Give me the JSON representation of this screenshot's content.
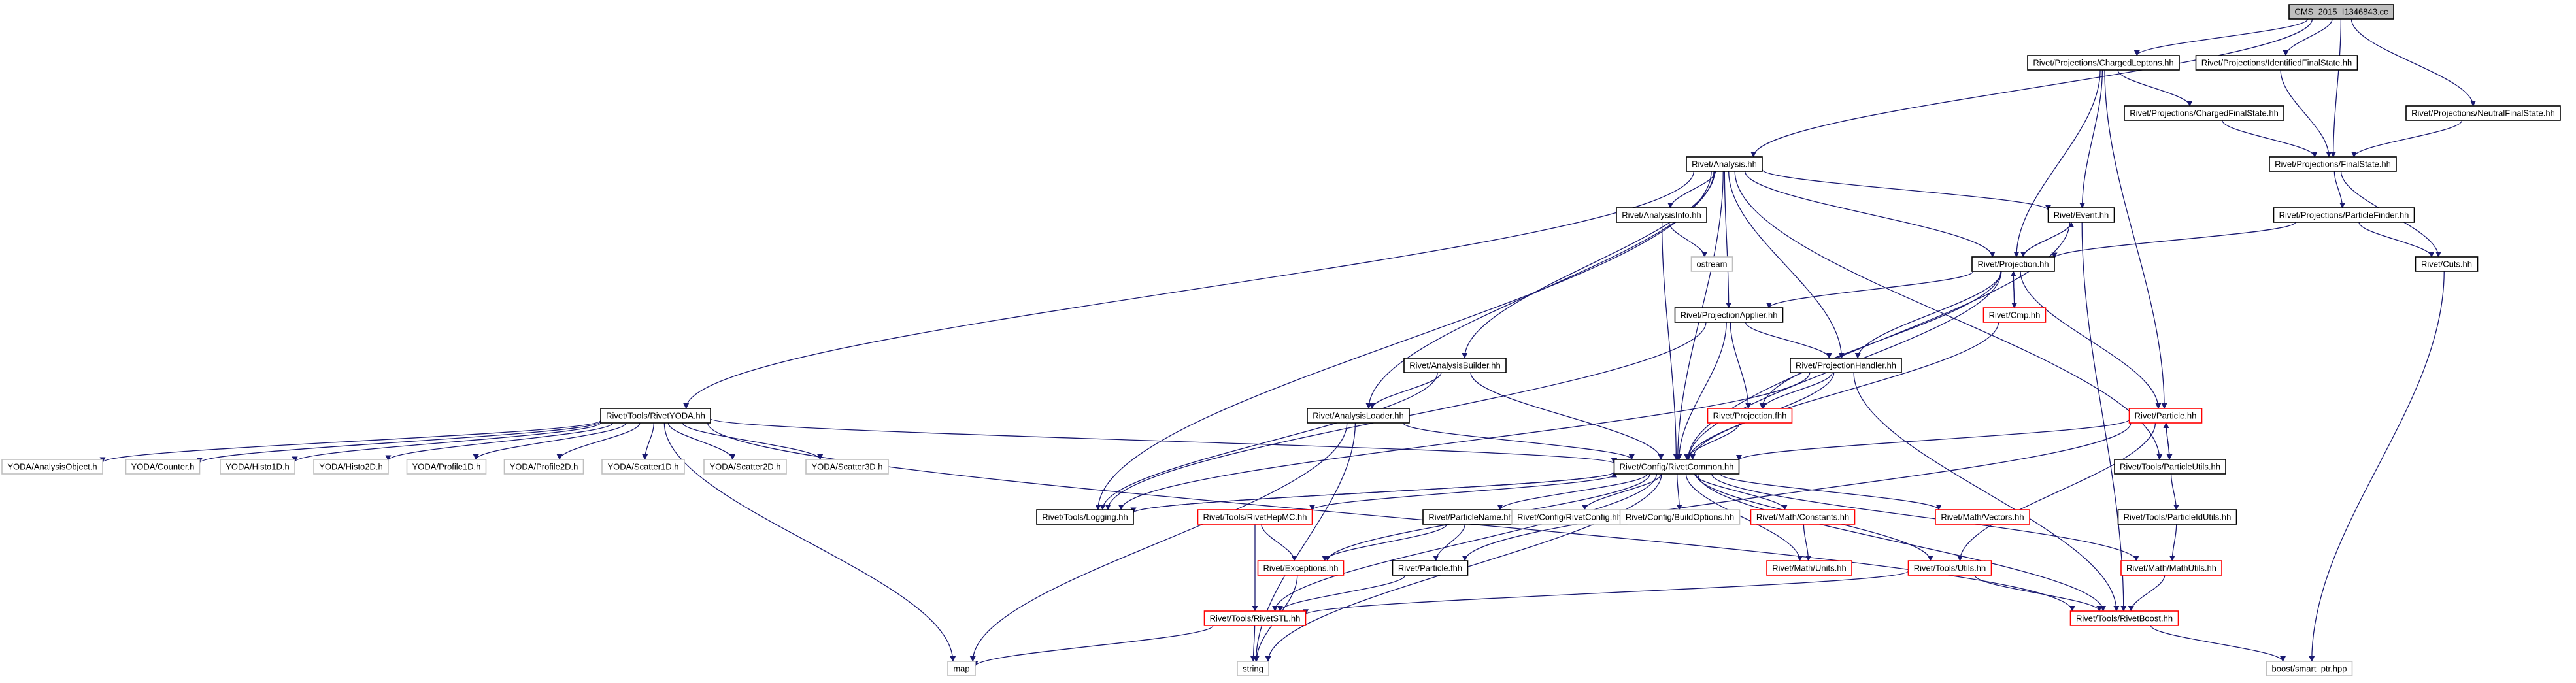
{
  "root": "CMS_2015_I1346843.cc",
  "nodes": {
    "root": {
      "label": "CMS_2015_I1346843.cc",
      "style": "root"
    },
    "charged_leptons": {
      "label": "Rivet/Projections/ChargedLeptons.hh",
      "style": "black"
    },
    "identified_fs": {
      "label": "Rivet/Projections/IdentifiedFinalState.hh",
      "style": "black"
    },
    "charged_fs": {
      "label": "Rivet/Projections/ChargedFinalState.hh",
      "style": "black"
    },
    "neutral_fs": {
      "label": "Rivet/Projections/NeutralFinalState.hh",
      "style": "black"
    },
    "final_state": {
      "label": "Rivet/Projections/FinalState.hh",
      "style": "black"
    },
    "particle_finder": {
      "label": "Rivet/Projections/ParticleFinder.hh",
      "style": "black"
    },
    "cuts": {
      "label": "Rivet/Cuts.hh",
      "style": "black"
    },
    "analysis": {
      "label": "Rivet/Analysis.hh",
      "style": "black"
    },
    "analysis_info": {
      "label": "Rivet/AnalysisInfo.hh",
      "style": "black"
    },
    "ostream": {
      "label": "ostream",
      "style": "gray"
    },
    "event": {
      "label": "Rivet/Event.hh",
      "style": "black"
    },
    "projection": {
      "label": "Rivet/Projection.hh",
      "style": "black"
    },
    "cmp": {
      "label": "Rivet/Cmp.hh",
      "style": "red"
    },
    "projection_applier": {
      "label": "Rivet/ProjectionApplier.hh",
      "style": "black"
    },
    "projection_handler": {
      "label": "Rivet/ProjectionHandler.hh",
      "style": "black"
    },
    "projection_fhh": {
      "label": "Rivet/Projection.fhh",
      "style": "red"
    },
    "analysis_builder": {
      "label": "Rivet/AnalysisBuilder.hh",
      "style": "black"
    },
    "analysis_loader": {
      "label": "Rivet/AnalysisLoader.hh",
      "style": "black"
    },
    "rivet_yoda": {
      "label": "Rivet/Tools/RivetYODA.hh",
      "style": "black"
    },
    "particle": {
      "label": "Rivet/Particle.hh",
      "style": "red"
    },
    "particle_utils": {
      "label": "Rivet/Tools/ParticleUtils.hh",
      "style": "black"
    },
    "rivet_common": {
      "label": "Rivet/Config/RivetCommon.hh",
      "style": "black"
    },
    "yoda_ao": {
      "label": "YODA/AnalysisObject.h",
      "style": "gray"
    },
    "yoda_counter": {
      "label": "YODA/Counter.h",
      "style": "gray"
    },
    "yoda_h1": {
      "label": "YODA/Histo1D.h",
      "style": "gray"
    },
    "yoda_h2": {
      "label": "YODA/Histo2D.h",
      "style": "gray"
    },
    "yoda_p1": {
      "label": "YODA/Profile1D.h",
      "style": "gray"
    },
    "yoda_p2": {
      "label": "YODA/Profile2D.h",
      "style": "gray"
    },
    "yoda_s1": {
      "label": "YODA/Scatter1D.h",
      "style": "gray"
    },
    "yoda_s2": {
      "label": "YODA/Scatter2D.h",
      "style": "gray"
    },
    "yoda_s3": {
      "label": "YODA/Scatter3D.h",
      "style": "gray"
    },
    "logging": {
      "label": "Rivet/Tools/Logging.hh",
      "style": "black"
    },
    "rivet_hepmc": {
      "label": "Rivet/Tools/RivetHepMC.hh",
      "style": "red"
    },
    "particle_name": {
      "label": "Rivet/ParticleName.hh",
      "style": "black"
    },
    "rivet_config": {
      "label": "Rivet/Config/RivetConfig.hh",
      "style": "gray"
    },
    "build_options": {
      "label": "Rivet/Config/BuildOptions.hh",
      "style": "gray"
    },
    "math_constants": {
      "label": "Rivet/Math/Constants.hh",
      "style": "red"
    },
    "math_vectors": {
      "label": "Rivet/Math/Vectors.hh",
      "style": "red"
    },
    "particle_id_utils": {
      "label": "Rivet/Tools/ParticleIdUtils.hh",
      "style": "black"
    },
    "exceptions": {
      "label": "Rivet/Exceptions.hh",
      "style": "red"
    },
    "particle_fhh": {
      "label": "Rivet/Particle.fhh",
      "style": "black"
    },
    "math_units": {
      "label": "Rivet/Math/Units.hh",
      "style": "red"
    },
    "tools_utils": {
      "label": "Rivet/Tools/Utils.hh",
      "style": "red"
    },
    "math_utils": {
      "label": "Rivet/Math/MathUtils.hh",
      "style": "red"
    },
    "rivet_stl": {
      "label": "Rivet/Tools/RivetSTL.hh",
      "style": "red"
    },
    "rivet_boost": {
      "label": "Rivet/Tools/RivetBoost.hh",
      "style": "red"
    },
    "map": {
      "label": "map",
      "style": "gray"
    },
    "string": {
      "label": "string",
      "style": "gray"
    },
    "smart_ptr": {
      "label": "boost/smart_ptr.hpp",
      "style": "gray"
    }
  },
  "edges": [
    [
      "root",
      "charged_leptons"
    ],
    [
      "root",
      "identified_fs"
    ],
    [
      "root",
      "neutral_fs"
    ],
    [
      "root",
      "analysis"
    ],
    [
      "root",
      "final_state"
    ],
    [
      "charged_leptons",
      "charged_fs"
    ],
    [
      "charged_leptons",
      "event"
    ],
    [
      "charged_leptons",
      "projection"
    ],
    [
      "charged_leptons",
      "particle"
    ],
    [
      "identified_fs",
      "final_state"
    ],
    [
      "charged_fs",
      "final_state"
    ],
    [
      "neutral_fs",
      "final_state"
    ],
    [
      "final_state",
      "particle_finder"
    ],
    [
      "final_state",
      "cuts"
    ],
    [
      "particle_finder",
      "projection"
    ],
    [
      "particle_finder",
      "cuts"
    ],
    [
      "cuts",
      "smart_ptr"
    ],
    [
      "analysis",
      "analysis_info"
    ],
    [
      "analysis",
      "event"
    ],
    [
      "analysis",
      "projection"
    ],
    [
      "analysis",
      "projection_applier"
    ],
    [
      "analysis",
      "projection_handler"
    ],
    [
      "analysis",
      "analysis_builder"
    ],
    [
      "analysis",
      "analysis_loader"
    ],
    [
      "analysis",
      "rivet_yoda"
    ],
    [
      "analysis",
      "logging"
    ],
    [
      "analysis",
      "rivet_common"
    ],
    [
      "analysis",
      "particle_utils"
    ],
    [
      "analysis_info",
      "ostream"
    ],
    [
      "analysis_info",
      "rivet_common"
    ],
    [
      "event",
      "projection"
    ],
    [
      "event",
      "rivet_common"
    ],
    [
      "event",
      "rivet_boost"
    ],
    [
      "projection",
      "event"
    ],
    [
      "projection",
      "cmp"
    ],
    [
      "projection",
      "projection_applier"
    ],
    [
      "projection",
      "projection_handler"
    ],
    [
      "projection",
      "projection_fhh"
    ],
    [
      "projection",
      "rivet_common"
    ],
    [
      "projection",
      "particle"
    ],
    [
      "cmp",
      "projection"
    ],
    [
      "cmp",
      "rivet_common"
    ],
    [
      "projection_applier",
      "projection_handler"
    ],
    [
      "projection_applier",
      "projection_fhh"
    ],
    [
      "projection_applier",
      "rivet_common"
    ],
    [
      "projection_applier",
      "logging"
    ],
    [
      "projection_handler",
      "projection_fhh"
    ],
    [
      "projection_handler",
      "rivet_common"
    ],
    [
      "projection_handler",
      "logging"
    ],
    [
      "projection_handler",
      "rivet_boost"
    ],
    [
      "projection_fhh",
      "rivet_common"
    ],
    [
      "analysis_builder",
      "analysis_loader"
    ],
    [
      "analysis_builder",
      "rivet_common"
    ],
    [
      "analysis_builder",
      "logging"
    ],
    [
      "analysis_loader",
      "rivet_common"
    ],
    [
      "analysis_loader",
      "map"
    ],
    [
      "analysis_loader",
      "string"
    ],
    [
      "rivet_yoda",
      "yoda_ao"
    ],
    [
      "rivet_yoda",
      "yoda_counter"
    ],
    [
      "rivet_yoda",
      "yoda_h1"
    ],
    [
      "rivet_yoda",
      "yoda_h2"
    ],
    [
      "rivet_yoda",
      "yoda_p1"
    ],
    [
      "rivet_yoda",
      "yoda_p2"
    ],
    [
      "rivet_yoda",
      "yoda_s1"
    ],
    [
      "rivet_yoda",
      "yoda_s2"
    ],
    [
      "rivet_yoda",
      "yoda_s3"
    ],
    [
      "rivet_yoda",
      "rivet_common"
    ],
    [
      "rivet_yoda",
      "map"
    ],
    [
      "rivet_yoda",
      "rivet_boost"
    ],
    [
      "particle",
      "rivet_common"
    ],
    [
      "particle",
      "particle_utils"
    ],
    [
      "particle",
      "particle_fhh"
    ],
    [
      "particle",
      "tools_utils"
    ],
    [
      "particle_utils",
      "particle"
    ],
    [
      "particle_utils",
      "particle_id_utils"
    ],
    [
      "rivet_common",
      "logging"
    ],
    [
      "rivet_common",
      "rivet_hepmc"
    ],
    [
      "rivet_common",
      "particle_name"
    ],
    [
      "rivet_common",
      "rivet_config"
    ],
    [
      "rivet_common",
      "build_options"
    ],
    [
      "rivet_common",
      "math_constants"
    ],
    [
      "rivet_common",
      "math_vectors"
    ],
    [
      "rivet_common",
      "math_units"
    ],
    [
      "rivet_common",
      "tools_utils"
    ],
    [
      "rivet_common",
      "exceptions"
    ],
    [
      "rivet_common",
      "rivet_stl"
    ],
    [
      "rivet_common",
      "rivet_boost"
    ],
    [
      "rivet_common",
      "math_utils"
    ],
    [
      "rivet_common",
      "string"
    ],
    [
      "logging",
      "rivet_common"
    ],
    [
      "rivet_hepmc",
      "exceptions"
    ],
    [
      "rivet_hepmc",
      "rivet_stl"
    ],
    [
      "particle_name",
      "exceptions"
    ],
    [
      "particle_name",
      "particle_fhh"
    ],
    [
      "particle_id_utils",
      "math_utils"
    ],
    [
      "exceptions",
      "string"
    ],
    [
      "particle_fhh",
      "rivet_stl"
    ],
    [
      "math_constants",
      "math_units"
    ],
    [
      "tools_utils",
      "rivet_stl"
    ],
    [
      "tools_utils",
      "rivet_boost"
    ],
    [
      "math_utils",
      "rivet_boost"
    ],
    [
      "rivet_stl",
      "map"
    ],
    [
      "rivet_stl",
      "string"
    ],
    [
      "rivet_boost",
      "smart_ptr"
    ]
  ]
}
